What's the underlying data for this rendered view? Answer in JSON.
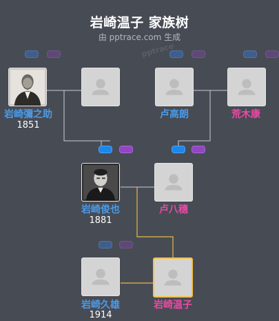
{
  "header": {
    "title": "岩崎温子 家族树",
    "subtitle": "由 pptrace.com 生成",
    "watermark": "pptrace"
  },
  "people": {
    "p1": {
      "name": "岩崎彌之助",
      "year": "1851",
      "gender": "male",
      "photo": "portrait"
    },
    "p2": {
      "name": "",
      "year": "",
      "gender": "female",
      "photo": "placeholder"
    },
    "p3": {
      "name": "卢高朗",
      "year": "",
      "gender": "male",
      "photo": "placeholder"
    },
    "p4": {
      "name": "荒木康",
      "year": "",
      "gender": "female",
      "photo": "placeholder"
    },
    "p5": {
      "name": "岩崎俊也",
      "year": "1881",
      "gender": "male",
      "photo": "portrait"
    },
    "p6": {
      "name": "卢八穗",
      "year": "",
      "gender": "female",
      "photo": "placeholder"
    },
    "p7": {
      "name": "岩崎久雄",
      "year": "1914",
      "gender": "male",
      "photo": "placeholder"
    },
    "p8": {
      "name": "岩崎温子",
      "year": "",
      "gender": "female",
      "photo": "placeholder",
      "selected": true
    }
  },
  "colors": {
    "background": "#474b54",
    "male": "#4a9be8",
    "female": "#e94ba4",
    "line": "#c9ccd2",
    "highlight_line": "#e8b94a",
    "selected_border": "#f3c14b"
  }
}
